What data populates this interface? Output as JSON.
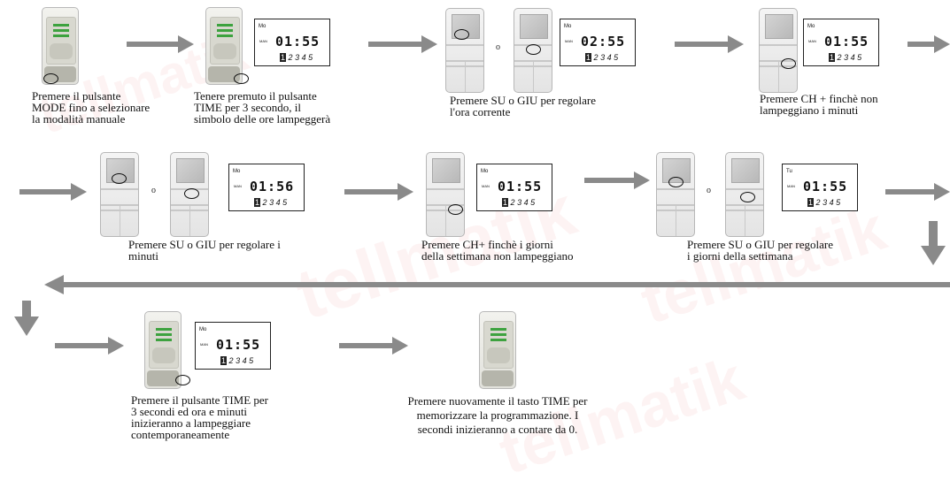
{
  "watermark": "tellmatik",
  "connector": "o",
  "steps": [
    {
      "id": "s1",
      "caption": [
        "Premere il pulsante",
        "MODE fino a selezionare",
        "la modalità manuale"
      ]
    },
    {
      "id": "s2",
      "caption": [
        "Tenere premuto il pulsante",
        "TIME per 3 secondo,  il",
        "simbolo delle ore lampeggerà"
      ],
      "display": {
        "day": "Mo",
        "mode": "MAN",
        "time": "01:55",
        "days": [
          "1",
          "2",
          "3",
          "4",
          "5"
        ]
      }
    },
    {
      "id": "s3",
      "caption": [
        "Premere SU o GIU per regolare",
        "l'ora corrente"
      ],
      "display": {
        "day": "Mo",
        "mode": "MAN",
        "time": "02:55",
        "days": [
          "1",
          "2",
          "3",
          "4",
          "5"
        ]
      }
    },
    {
      "id": "s4",
      "caption": [
        "Premere CH + finchè non",
        "lampeggiano i minuti"
      ],
      "display": {
        "day": "Mo",
        "mode": "MAN",
        "time": "01:55",
        "days": [
          "1",
          "2",
          "3",
          "4",
          "5"
        ]
      }
    },
    {
      "id": "s5",
      "caption": [
        "Premere SU o GIU per regolare i",
        "minuti"
      ],
      "display": {
        "day": "Mo",
        "mode": "MAN",
        "time": "01:56",
        "days": [
          "1",
          "2",
          "3",
          "4",
          "5"
        ]
      }
    },
    {
      "id": "s6",
      "caption": [
        "Premere CH+ finchè i giorni",
        "della settimana non lampeggiano"
      ],
      "display": {
        "day": "Mo",
        "mode": "MAN",
        "time": "01:55",
        "days": [
          "1",
          "2",
          "3",
          "4",
          "5"
        ]
      }
    },
    {
      "id": "s7",
      "caption": [
        "Premere SU o GIU per regolare",
        "i giorni della settimana"
      ],
      "display": {
        "day": "Tu",
        "mode": "MAN",
        "time": "01:55",
        "days": [
          "1",
          "2",
          "3",
          "4",
          "5"
        ]
      }
    },
    {
      "id": "s8",
      "caption": [
        "Premere il pulsante TIME per",
        "3 secondi ed ora e minuti",
        "inizieranno a lampeggiare",
        "contemporaneamente"
      ],
      "display": {
        "day": "Mo",
        "mode": "MAN",
        "time": "01:55",
        "days": [
          "1",
          "2",
          "3",
          "4",
          "5"
        ]
      }
    },
    {
      "id": "s9",
      "caption": [
        "Premere nuovamente il tasto TIME per",
        "memorizzare la programmazione. I",
        "secondi inizieranno a contare da 0."
      ]
    }
  ]
}
